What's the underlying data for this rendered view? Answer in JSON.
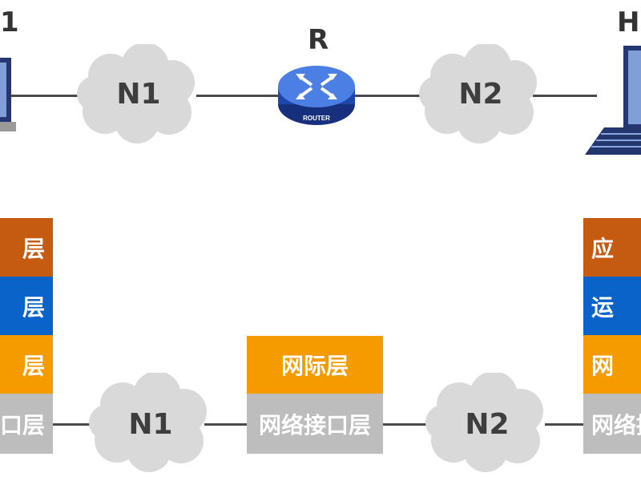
{
  "top": {
    "host_left_label": "1",
    "host_right_label": "H",
    "router_label": "R",
    "router_badge": "ROUTER",
    "net_left": "N1",
    "net_right": "N2"
  },
  "bottom": {
    "net_left": "N1",
    "net_right": "N2",
    "left_stack": [
      "层",
      "层",
      "层",
      "口层"
    ],
    "router_stack": [
      "网际层",
      "网络接口层"
    ],
    "right_stack": [
      "应",
      "运",
      "网",
      "网络接"
    ]
  },
  "colors": {
    "application": "#c55a11",
    "transport": "#0a63c9",
    "internet": "#f59b00",
    "link": "#bdbdbd"
  },
  "icons": [
    "laptop-icon",
    "router-icon",
    "cloud-icon"
  ]
}
